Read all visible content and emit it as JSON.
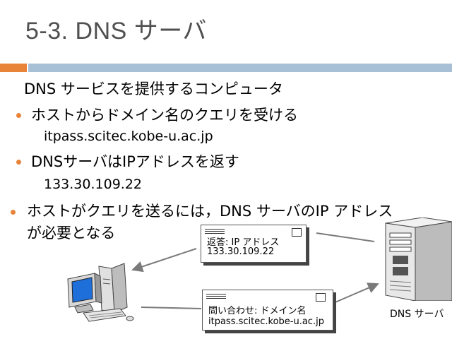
{
  "slide": {
    "title": "5-3. DNS サーバ",
    "intro": "DNS サービスを提供するコンピュータ",
    "bullets": [
      {
        "text": "ホストからドメイン名のクエリを受ける",
        "sub": "itpass.scitec.kobe-u.ac.jp"
      },
      {
        "text": "DNSサーバはIPアドレスを返す",
        "sub": "133.30.109.22"
      }
    ],
    "bullet3_line1": "ホストがクエリを送るには，DNS サーバのIP アドレス",
    "bullet3_line2": "が必要となる"
  },
  "diagram": {
    "reply": {
      "label": "返答: IP アドレス",
      "value": "133.30.109.22"
    },
    "query": {
      "label": "問い合わせ:  ドメイン名",
      "value": "itpass.scitec.kobe-u.ac.jp"
    },
    "server_caption": "DNS サーバ"
  },
  "colors": {
    "accent": "#e8833a",
    "band": "#a8c0d6",
    "title": "#505050"
  }
}
